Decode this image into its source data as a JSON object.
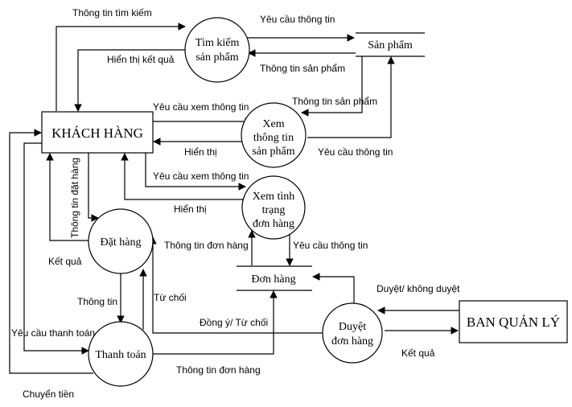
{
  "entities": {
    "customer": "KHÁCH HÀNG",
    "admin": "BAN QUẢN LÝ"
  },
  "processes": {
    "search": [
      "Tìm kiếm",
      "sản phẩm"
    ],
    "view_product": [
      "Xem",
      "thông tin",
      "sản phẩm"
    ],
    "order_status": [
      "Xem tình",
      "trạng",
      "đơn hàng"
    ],
    "place_order": [
      "Đặt hàng"
    ],
    "payment": [
      "Thanh toán"
    ],
    "approve": [
      "Duyệt",
      "đơn hàng"
    ]
  },
  "stores": {
    "products": "Sản phẩm",
    "orders": "Đơn hàng"
  },
  "flows": {
    "search_info": "Thông tin tìm kiếm",
    "show_result": "Hiển thị kết quả",
    "request_info_top": "Yêu cầu thông tin",
    "product_info_top": "Thông tin sản phẩm",
    "request_view_info_1": "Yêu cầu xem thông tin",
    "product_info_mid": "Thông tin sản phẩm",
    "show_1": "Hiển thị",
    "request_info_mid": "Yêu cầu thông tin",
    "request_view_info_2": "Yêu cầu xem thông tin",
    "show_2": "Hiển thị",
    "order_info_status": "Thông tin đơn hàng",
    "request_info_orders": "Yêu cầu thông tin",
    "order_details_info": "Thông tin đặt hàng",
    "result_order": "Kết quả",
    "info": "Thông tin",
    "reject": "Từ chối",
    "request_payment": "Yêu cầu thanh toán",
    "agree_reject": "Đồng ý/ Từ chối",
    "order_info_bottom": "Thông tin đơn hàng",
    "transfer": "Chuyển tiền",
    "approve_result": "Duyệt/ không duyệt",
    "result_admin": "Kết quả"
  }
}
